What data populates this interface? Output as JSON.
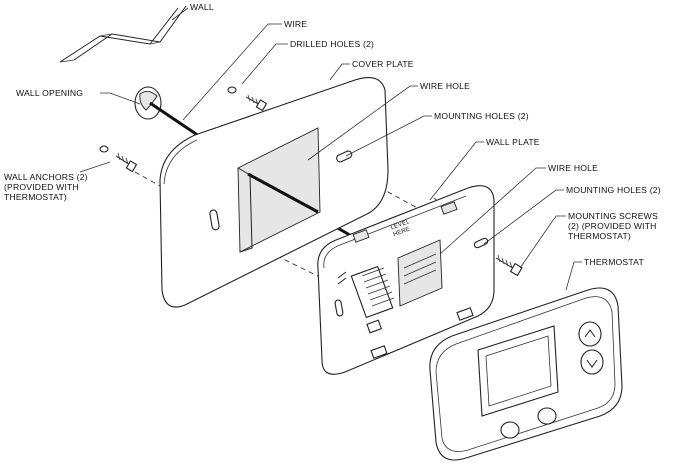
{
  "labels": {
    "wall": "WALL",
    "wire": "WIRE",
    "drilled_holes": "DRILLED HOLES (2)",
    "cover_plate": "COVER PLATE",
    "wall_opening": "WALL OPENING",
    "wire_hole_1": "WIRE HOLE",
    "mounting_holes_1": "MOUNTING HOLES (2)",
    "wall_plate": "WALL PLATE",
    "wall_anchors": "WALL ANCHORS (2)\n(PROVIDED WITH\nTHERMOSTAT)",
    "wire_hole_2": "WIRE HOLE",
    "mounting_holes_2": "MOUNTING HOLES (2)",
    "mounting_screws": "MOUNTING SCREWS\n(2) (PROVIDED WITH\nTHERMOSTAT)",
    "thermostat": "THERMOSTAT",
    "level_here": "LEVEL\nHERE"
  },
  "icons": {
    "wall": "wall-corner-icon",
    "anchor": "wall-anchor-icon",
    "screw": "screw-icon",
    "thermostat": "thermostat-icon"
  }
}
